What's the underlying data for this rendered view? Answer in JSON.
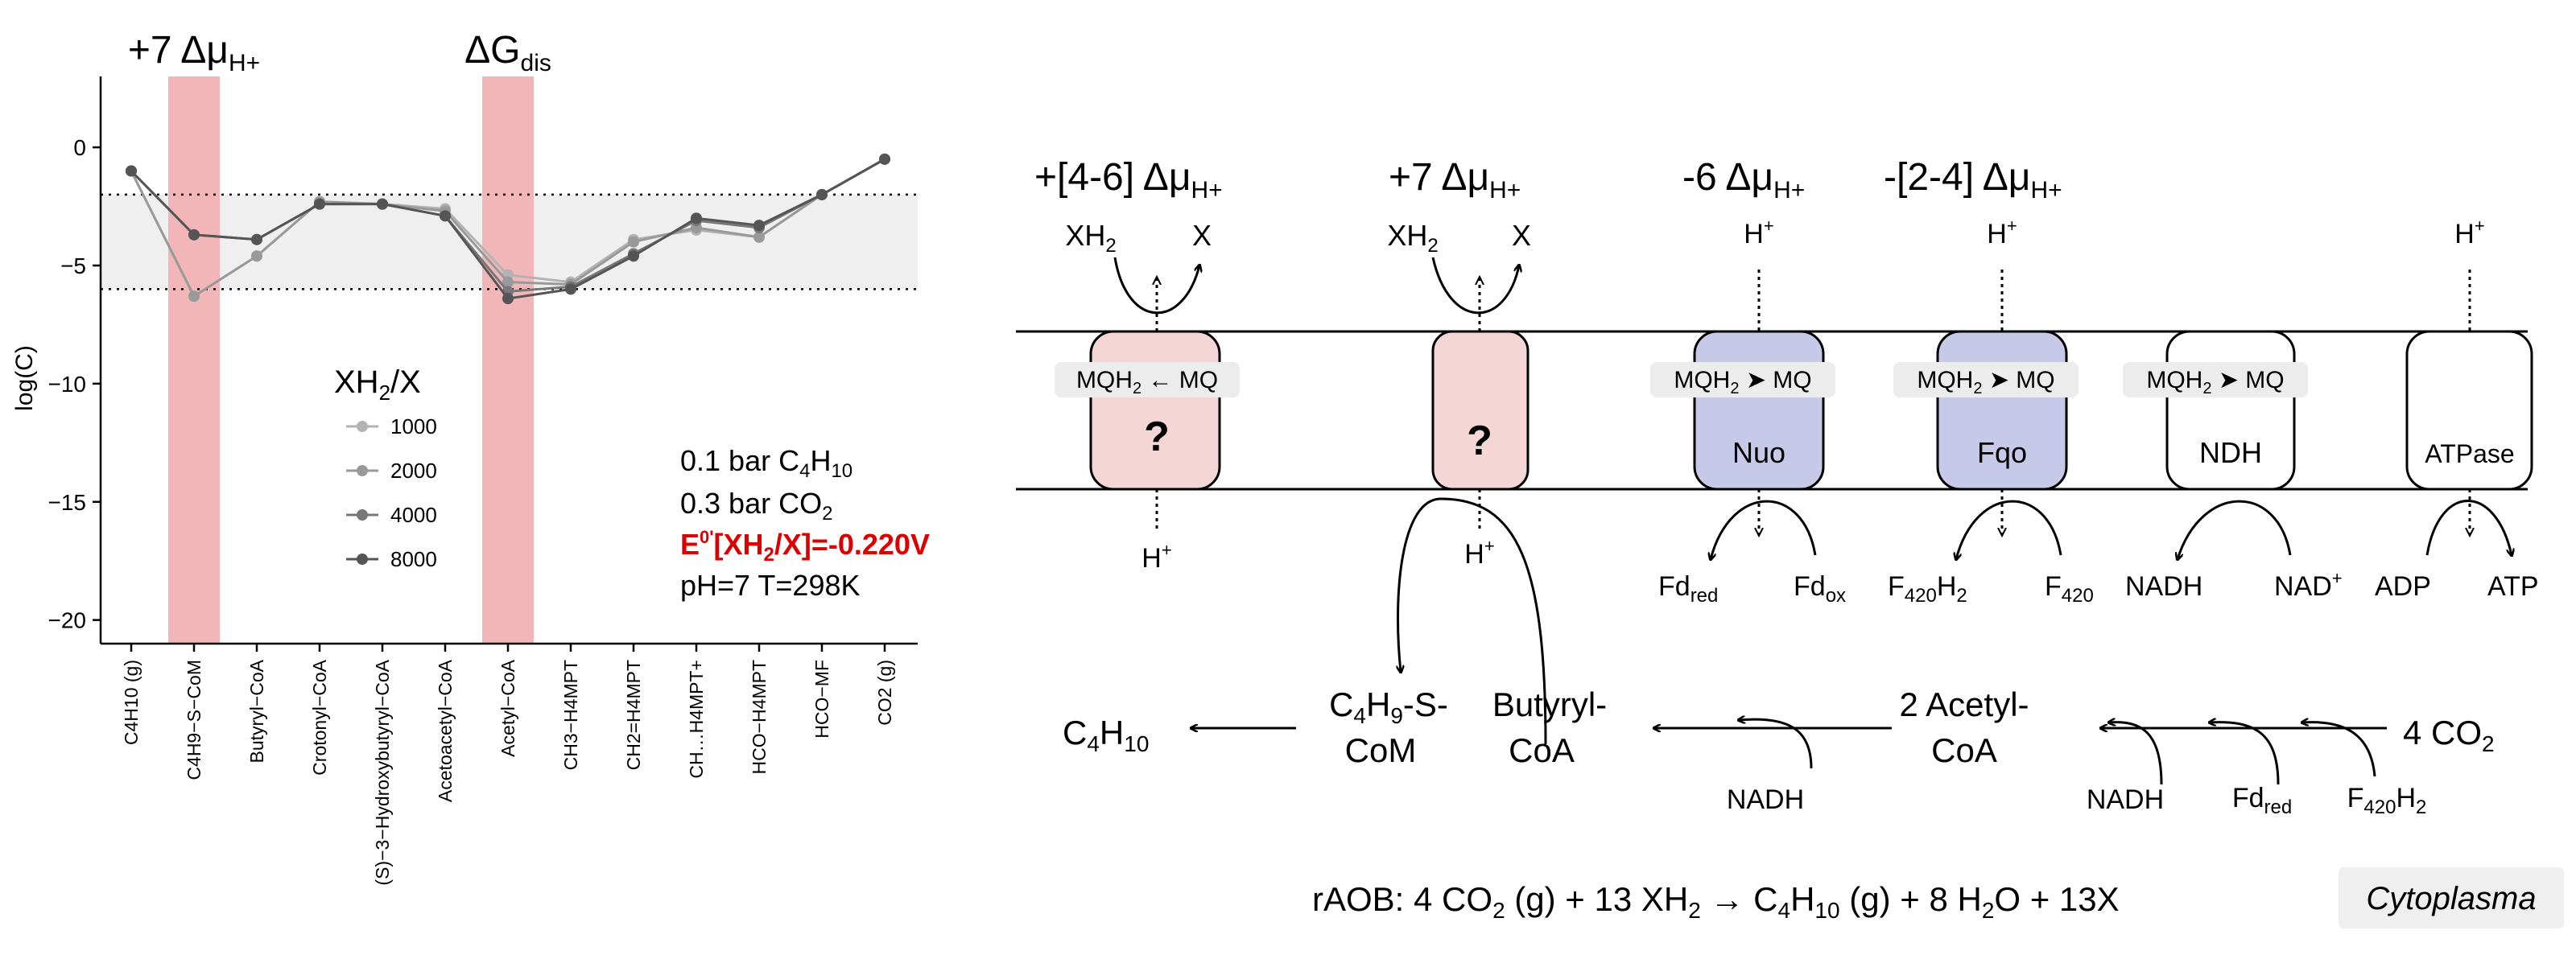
{
  "colors": {
    "band": "#f2b6b8",
    "normal_range": "#efefef",
    "protein_red": "#f3d6d5",
    "protein_blue": "#c7c9e9",
    "conditions_red": "#dd0000",
    "series": [
      "#b3b3b3",
      "#999999",
      "#777777",
      "#555555"
    ]
  },
  "chart_data": {
    "type": "line",
    "ylabel": "log(C)",
    "ylim": [
      -21.0,
      3.0
    ],
    "yticks": [
      0,
      -5,
      -10,
      -15,
      -20
    ],
    "categories": [
      "C4H10 (g)",
      "C4H9−S−CoM",
      "Butyryl−CoA",
      "Crotonyl−CoA",
      "(S)−3−Hydroxybutyryl−CoA",
      "Acetoacetyl−CoA",
      "Acetyl−CoA",
      "CH3−H4MPT",
      "CH2=H4MPT",
      "CH…H4MPT+",
      "HCO−H4MPT",
      "HCO−MF",
      "CO2 (g)"
    ],
    "normal_range": [
      -6,
      -2
    ],
    "bands": [
      {
        "category_index": 1,
        "label_main": "+7 Δμ",
        "label_sub": "H+"
      },
      {
        "category_index": 6,
        "label_main": "ΔG",
        "label_sub": "dis"
      }
    ],
    "legend_title_pre": "XH",
    "legend_title_sub": "2",
    "legend_title_post": "/X",
    "series": [
      {
        "name": "1000",
        "values": [
          -1.0,
          -6.3,
          -4.6,
          -2.3,
          -2.4,
          -2.6,
          -5.4,
          -5.7,
          -3.9,
          -3.5,
          -3.8,
          -2.0,
          -0.5
        ]
      },
      {
        "name": "2000",
        "values": [
          -1.0,
          -6.3,
          -4.6,
          -2.3,
          -2.4,
          -2.7,
          -5.7,
          -5.8,
          -4.0,
          -3.4,
          -3.8,
          -2.0,
          -0.5
        ]
      },
      {
        "name": "4000",
        "values": [
          -1.0,
          -3.7,
          -3.9,
          -2.4,
          -2.4,
          -2.9,
          -6.1,
          -5.9,
          -4.5,
          -3.1,
          -3.4,
          -2.0,
          -0.5
        ]
      },
      {
        "name": "8000",
        "values": [
          -1.0,
          -3.7,
          -3.9,
          -2.4,
          -2.4,
          -2.9,
          -6.4,
          -6.0,
          -4.6,
          -3.0,
          -3.3,
          -2.0,
          -0.5
        ]
      }
    ]
  },
  "conditions": {
    "line1_pre": "0.1 bar C",
    "line1_s1": "4",
    "line1_mid": "H",
    "line1_s2": "10",
    "line2_pre": "0.3 bar CO",
    "line2_s1": "2",
    "line3_pre": "E",
    "line3_sup": "0'",
    "line3_mid": "[XH",
    "line3_s1": "2",
    "line3_post": "/X]=-0.220V",
    "line4": "pH=7 T=298K"
  },
  "diagram": {
    "labels_top": [
      {
        "main": "+[4-6] Δμ",
        "sub": "H+"
      },
      {
        "main": "+7 Δμ",
        "sub": "H+"
      },
      {
        "main": "-6 Δμ",
        "sub": "H+"
      },
      {
        "main": "-[2-4] Δμ",
        "sub": "H+"
      }
    ],
    "xh2": "XH",
    "xh2_sub": "2",
    "x": "X",
    "hplus": "H",
    "hplus_sup": "+",
    "question": "?",
    "mq_pre": "MQH",
    "mq_sub": "2",
    "mq_arrow_left": " ← MQ",
    "mq_arrow_right": " ➤ MQ",
    "proteins": [
      "Nuo",
      "Fqo",
      "NDH",
      "ATPase"
    ],
    "fdred": "Fd",
    "fdred_sub": "red",
    "fdox": "Fd",
    "fdox_sub": "ox",
    "f420h2": "F",
    "f420h2_s1": "420",
    "f420h2_mid": "H",
    "f420h2_s2": "2",
    "f420": "F",
    "f420_sub": "420",
    "nadh": "NADH",
    "nadplus": "NAD",
    "nadplus_sup": "+",
    "adp": "ADP",
    "atp": "ATP",
    "c4h10_pre": "C",
    "c4h10_s1": "4",
    "c4h10_mid": "H",
    "c4h10_s2": "10",
    "c4h9_pre": "C",
    "c4h9_s1": "4",
    "c4h9_mid": "H",
    "c4h9_s2": "9",
    "c4h9_post": "-S-",
    "com": "CoM",
    "butyryl": "Butyryl-",
    "coa": "CoA",
    "acetyl": "2 Acetyl-",
    "coa2": "CoA",
    "co2": "4 CO",
    "co2_sub": "2",
    "nadh_a": "NADH",
    "nadh_b": "NADH",
    "fdred2": "Fd",
    "fdred2_sub": "red",
    "f420h2b": "F",
    "f420h2b_s1": "420",
    "f420h2b_mid": "H",
    "f420h2b_s2": "2",
    "reaction": {
      "p1": "rAOB: 4 CO",
      "s1": "2",
      "p2": " (g) + 13 XH",
      "s2": "2",
      "p3": " → C",
      "s3": "4",
      "p4": "H",
      "s4": "10",
      "p5": " (g) + 8 H",
      "s5": "2",
      "p6": "O + 13X"
    },
    "cytoplasma": "Cytoplasma"
  }
}
